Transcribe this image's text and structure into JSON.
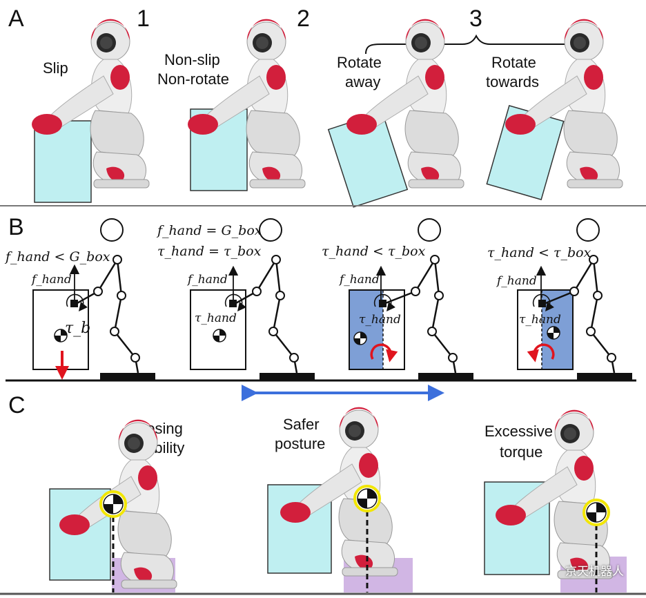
{
  "panels": {
    "a": "A",
    "b": "B",
    "c": "C"
  },
  "panel_a": {
    "numbers": [
      "1",
      "2",
      "3"
    ],
    "captions": {
      "slip": "Slip",
      "nonslip1": "Non-slip",
      "nonslip2": "Non-rotate",
      "away1": "Rotate",
      "away2": "away",
      "towards1": "Rotate",
      "towards2": "towards"
    }
  },
  "panel_b": {
    "eq1": "f_hand < G_box",
    "eq2a": "f_hand = G_box",
    "eq2b": "τ_hand = τ_box",
    "eq3": "τ_hand < τ_box",
    "eq4": "τ_hand < τ_box",
    "fhand": "f_hand",
    "taub": "τ_b",
    "tauhand": "τ_hand"
  },
  "panel_c": {
    "c1a": "Losing",
    "c1b": "stability",
    "c2a": "Safer",
    "c2b": "posture",
    "c3a": "Excessive",
    "c3b": "torque"
  },
  "watermark": "京天机器人",
  "colors": {
    "box_cyan": "#bfeff1",
    "box_blue": "#7e9fd6",
    "robot_red": "#d21f3c",
    "arrow_blue": "#3c6fdc",
    "arrow_red": "#e0141e",
    "yellow_ring": "#f2e600",
    "purple_pad": "#c9a9df"
  }
}
